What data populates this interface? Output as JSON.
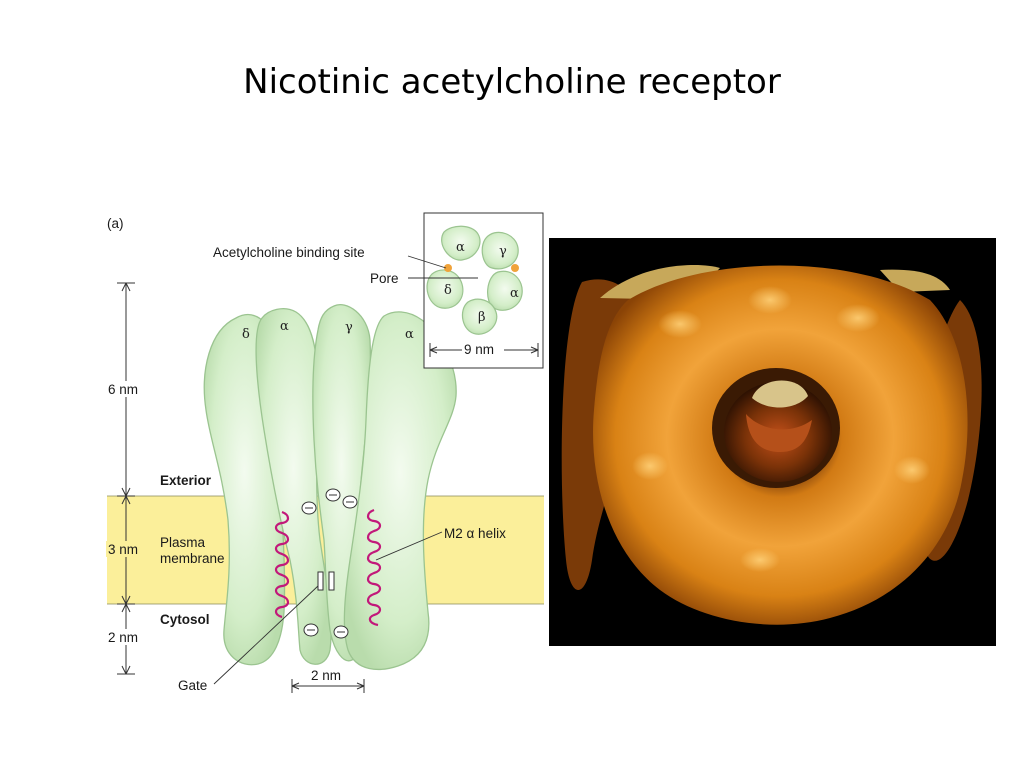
{
  "slide": {
    "title": "Nicotinic acetylcholine receptor"
  },
  "diagram": {
    "panel_label": "(a)",
    "subunits": {
      "delta": "δ",
      "alpha": "α",
      "gamma": "γ",
      "beta": "β"
    },
    "labels": {
      "binding_site": "Acetylcholine binding site",
      "pore": "Pore",
      "exterior": "Exterior",
      "plasma": "Plasma",
      "membrane": "membrane",
      "cytosol": "Cytosol",
      "m2_helix": "M2 α helix",
      "gate": "Gate"
    },
    "dimensions": {
      "height_top": "6 nm",
      "height_membrane": "3 nm",
      "height_bottom": "2 nm",
      "inset_width": "9 nm",
      "gate_width": "2 nm"
    },
    "colors": {
      "subunit_fill": "#d8f0cf",
      "subunit_stroke": "#9bc490",
      "membrane": "#fbef9a",
      "helix": "#c2187a",
      "binding_dot": "#f0a33a"
    }
  },
  "photo": {
    "description_icon": "receptor-3d-surface-image",
    "colors": {
      "background": "#000000",
      "surface": "#e08a1a"
    }
  }
}
